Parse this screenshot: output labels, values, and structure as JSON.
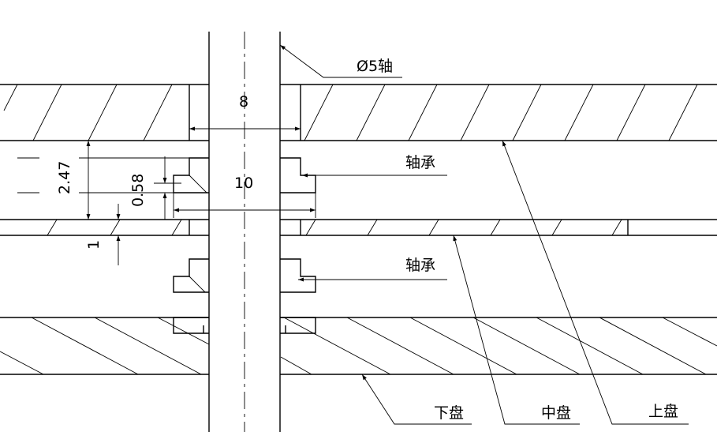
{
  "labels": {
    "shaft": "Ø5轴",
    "bearing_upper": "轴承",
    "bearing_lower": "轴承",
    "lower_disk": "下盘",
    "middle_disk": "中盘",
    "upper_disk": "上盘"
  },
  "dimensions": {
    "d_8": "8",
    "d_10": "10",
    "d_247": "2.47",
    "d_058": "0.58",
    "d_1": "1"
  }
}
